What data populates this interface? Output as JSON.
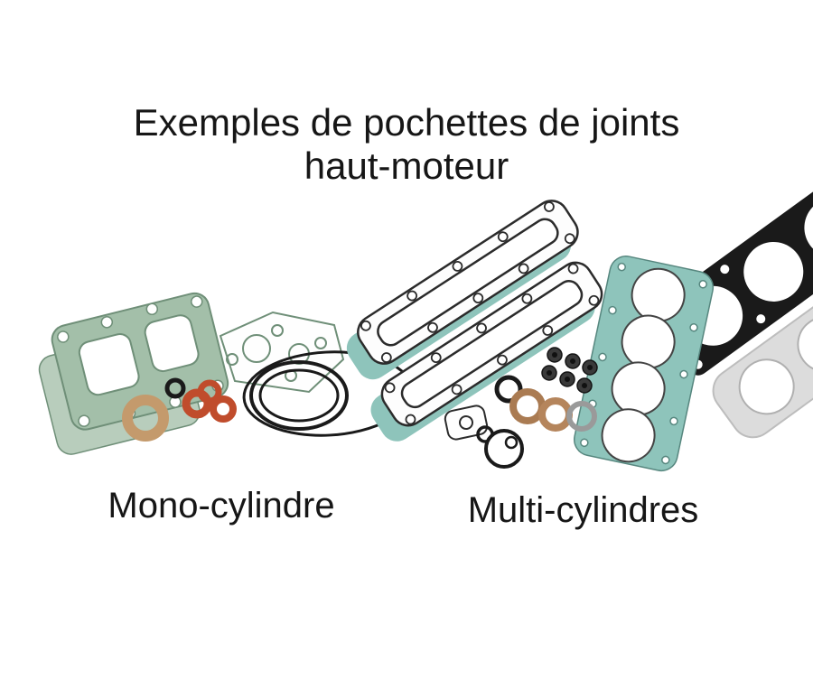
{
  "figure": {
    "title": {
      "line1": "Exemples de pochettes de joints",
      "line2": "haut-moteur"
    },
    "captions": {
      "left": "Mono-cylindre",
      "right": "Multi-cylindres"
    },
    "illustration": {
      "left_group": {
        "name": "mono-cylinder-gasket-set",
        "parts": [
          "cylinder-base-gasket",
          "head-gasket-outline",
          "copper-washers",
          "fiber-ring",
          "rubber-o-rings",
          "small-o-ring"
        ]
      },
      "right_group": {
        "name": "multi-cylinder-gasket-set",
        "parts": [
          "valve-cover-gaskets",
          "four-cylinder-head-gasket",
          "black-head-gasket",
          "metal-head-gasket",
          "valve-stem-seals",
          "sealing-rings",
          "small-plate-gasket",
          "round-gasket-with-port",
          "small-o-rings"
        ]
      }
    },
    "colors": {
      "background": "#ffffff",
      "text": "#161616",
      "gasket_green": "#a3bfa9",
      "gasket_green_light": "#b8cdbc",
      "outline_green": "#6f8f78",
      "gasket_teal": "#8ec4bb",
      "copper": "#c04c2c",
      "fiber": "#c49a6c",
      "bronze": "#aa7b52",
      "rubber_black": "#1a1a1a",
      "metal_grey": "#dcdcdc",
      "outline_dark": "#2b2b2b"
    }
  }
}
